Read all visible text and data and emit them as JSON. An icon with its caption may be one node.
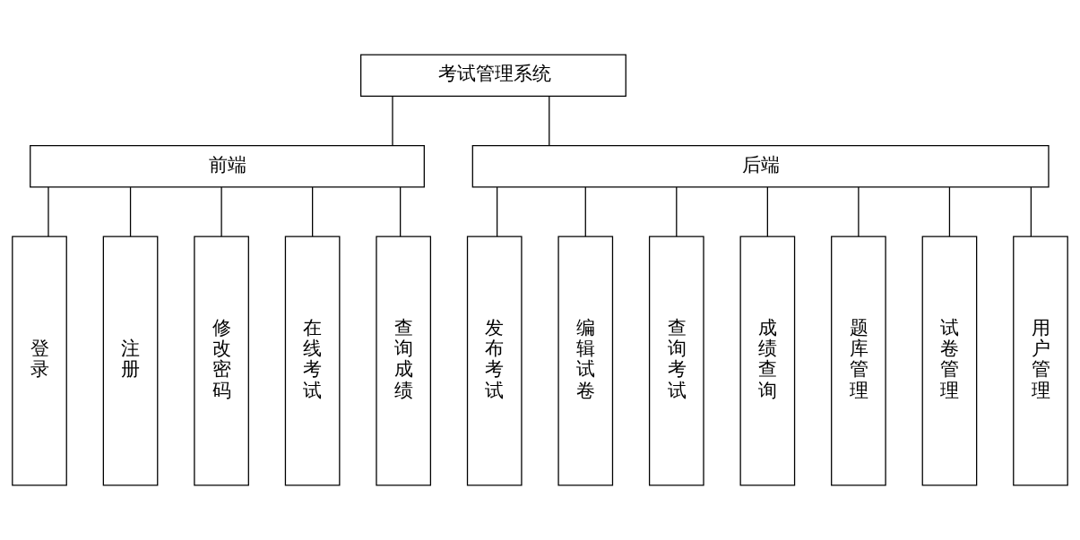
{
  "diagram": {
    "nodes": [
      {
        "text": [
          "考试管理系统"
        ]
      },
      {
        "text": [
          "前端"
        ]
      },
      {
        "text": [
          "后端"
        ]
      },
      {
        "text": [
          "登录"
        ]
      },
      {
        "text": [
          "注册"
        ]
      },
      {
        "text": [
          "修改密码"
        ]
      },
      {
        "text": [
          "在线考试"
        ]
      },
      {
        "text": [
          "查询成绩"
        ]
      },
      {
        "text": [
          "发布考试"
        ]
      },
      {
        "text": [
          "编辑试卷"
        ]
      },
      {
        "text": [
          "查询考试"
        ]
      },
      {
        "text": [
          "成绩查询"
        ]
      },
      {
        "text": [
          "题库管理"
        ]
      },
      {
        "text": [
          "试卷管理"
        ]
      },
      {
        "text": [
          "用户管理"
        ]
      }
    ],
    "edges": [
      {
        "from": 0,
        "to": 1,
        "arrow": "none"
      },
      {
        "from": 0,
        "to": 2,
        "arrow": "none"
      },
      {
        "from": 1,
        "to": 3,
        "arrow": "none"
      },
      {
        "from": 1,
        "to": 4,
        "arrow": "none"
      },
      {
        "from": 1,
        "to": 5,
        "arrow": "none"
      },
      {
        "from": 1,
        "to": 6,
        "arrow": "none"
      },
      {
        "from": 1,
        "to": 7,
        "arrow": "none"
      },
      {
        "from": 2,
        "to": 8,
        "arrow": "none"
      },
      {
        "from": 2,
        "to": 9,
        "arrow": "none"
      },
      {
        "from": 2,
        "to": 10,
        "arrow": "none"
      },
      {
        "from": 2,
        "to": 11,
        "arrow": "none"
      },
      {
        "from": 2,
        "to": 12,
        "arrow": "none"
      },
      {
        "from": 2,
        "to": 13,
        "arrow": "none"
      },
      {
        "from": 2,
        "to": 14,
        "arrow": "none"
      }
    ]
  }
}
